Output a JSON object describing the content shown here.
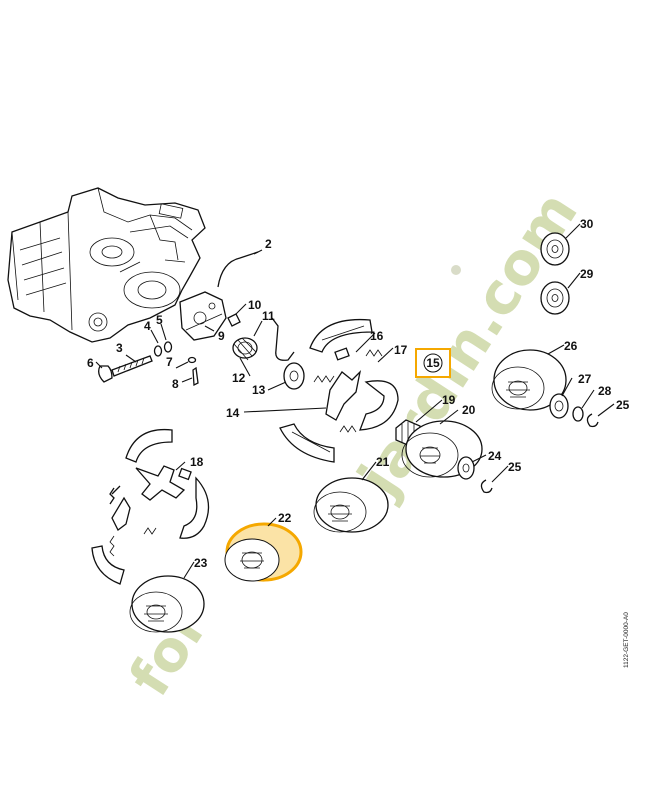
{
  "diagram": {
    "callouts": [
      {
        "id": "c2",
        "text": "2"
      },
      {
        "id": "c3",
        "text": "3"
      },
      {
        "id": "c4",
        "text": "4"
      },
      {
        "id": "c5",
        "text": "5"
      },
      {
        "id": "c6",
        "text": "6"
      },
      {
        "id": "c7",
        "text": "7"
      },
      {
        "id": "c8",
        "text": "8"
      },
      {
        "id": "c9",
        "text": "9"
      },
      {
        "id": "c10",
        "text": "10"
      },
      {
        "id": "c11",
        "text": "11"
      },
      {
        "id": "c12",
        "text": "12"
      },
      {
        "id": "c13",
        "text": "13"
      },
      {
        "id": "c14",
        "text": "14"
      },
      {
        "id": "c16",
        "text": "16"
      },
      {
        "id": "c17",
        "text": "17"
      },
      {
        "id": "c18",
        "text": "18"
      },
      {
        "id": "c19",
        "text": "19"
      },
      {
        "id": "c20",
        "text": "20"
      },
      {
        "id": "c21",
        "text": "21"
      },
      {
        "id": "c22",
        "text": "22"
      },
      {
        "id": "c23",
        "text": "23"
      },
      {
        "id": "c24",
        "text": "24"
      },
      {
        "id": "c25a",
        "text": "25"
      },
      {
        "id": "c25b",
        "text": "25"
      },
      {
        "id": "c26",
        "text": "26"
      },
      {
        "id": "c27",
        "text": "27"
      },
      {
        "id": "c28",
        "text": "28"
      },
      {
        "id": "c29",
        "text": "29"
      },
      {
        "id": "c30",
        "text": "30"
      }
    ],
    "highlighted_callout": "15",
    "highlighted_part": "22",
    "highlight_color": "#f5a800",
    "reference_code": "1122-GET-0000-A0"
  },
  "watermark": {
    "text_upper": "jardin.com",
    "text_lower": "for",
    "accent_letter": "t",
    "color": "#d4ddb2",
    "accent_color": "#f1d9a0",
    "dot_color": "#d9dcc8"
  }
}
